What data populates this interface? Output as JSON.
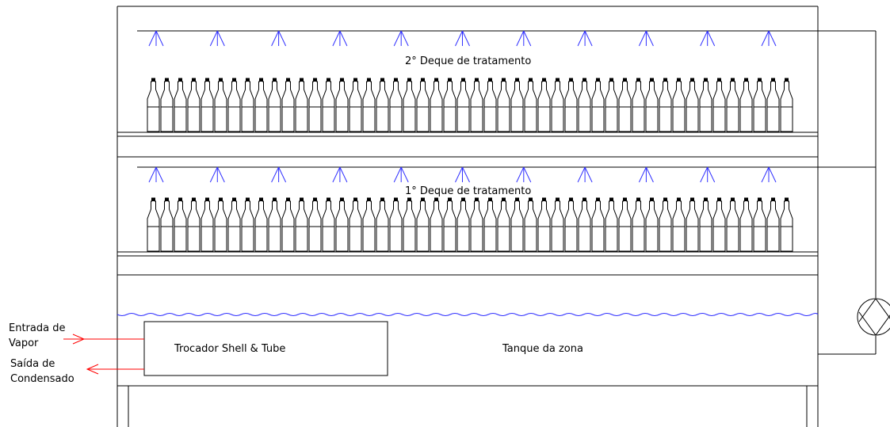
{
  "labels": {
    "deck2": "2° Deque de tratamento",
    "deck1": "1° Deque de tratamento",
    "exchanger": "Trocador Shell & Tube",
    "tank": "Tanque da zona",
    "steam_in_line1": "Entrada de",
    "steam_in_line2": "Vapor",
    "condensate_out_line1": "Saída de",
    "condensate_out_line2": "Condensado"
  },
  "counts": {
    "nozzles_per_deck": 11,
    "bottles_per_deck": 48
  },
  "colors": {
    "line": "#000000",
    "water": "#3030ff",
    "nozzle": "#3030ff",
    "steam": "#ff0000"
  }
}
